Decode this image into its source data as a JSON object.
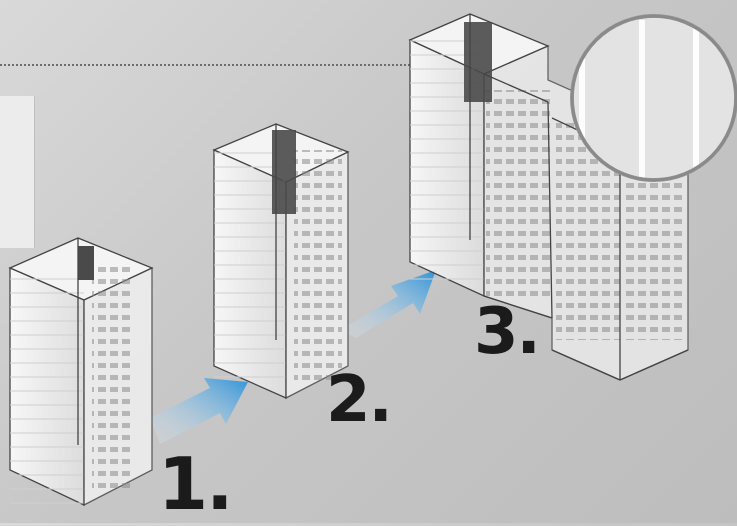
{
  "steps": [
    {
      "label": "1."
    },
    {
      "label": "2."
    },
    {
      "label": "3."
    }
  ],
  "icons": [
    "server-rack-1-icon",
    "server-rack-2-icon",
    "server-rack-3-icon",
    "arrow-1-icon",
    "arrow-2-icon",
    "magnifier-detail-icon"
  ],
  "colors": {
    "background": "#c9c9c9",
    "arrow": "#4aa3e0",
    "rack_line": "#444444",
    "chip": "#3fb3a8",
    "label": "#1b1b1b"
  }
}
